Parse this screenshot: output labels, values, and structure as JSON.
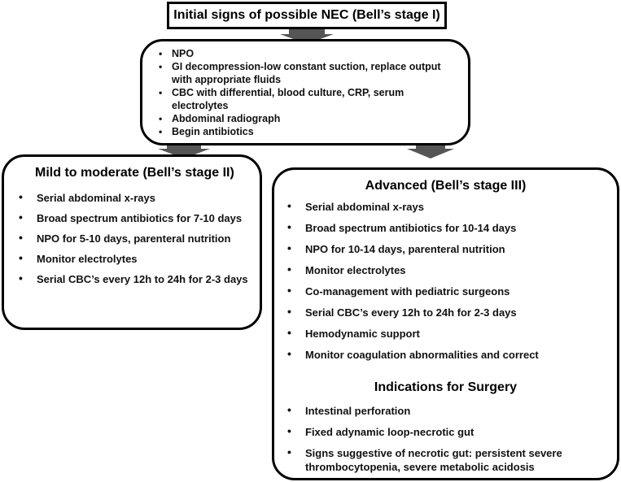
{
  "title": "Initial signs of possible NEC (Bell’s stage I)",
  "initial_steps": [
    "NPO",
    "GI decompression-low constant suction,  replace output with appropriate fluids",
    "CBC with differential, blood culture, CRP, serum electrolytes",
    "Abdominal radiograph",
    "Begin antibiotics"
  ],
  "mild": {
    "heading": "Mild to moderate (Bell’s stage II)",
    "items": [
      "Serial abdominal x-rays",
      "Broad spectrum antibiotics for 7-10 days",
      "NPO for 5-10 days, parenteral nutrition",
      "Monitor electrolytes",
      "Serial CBC’s every 12h to 24h for 2-3 days"
    ]
  },
  "advanced": {
    "heading": "Advanced (Bell’s stage III)",
    "items": [
      "Serial abdominal x-rays",
      "Broad spectrum antibiotics for 10-14 days",
      "NPO for 10-14 days, parenteral nutrition",
      "Monitor electrolytes",
      "Co-management with pediatric surgeons",
      "Serial CBC’s every 12h to 24h for 2-3 days",
      "Hemodynamic support",
      "Monitor coagulation abnormalities and correct"
    ],
    "surgery_heading": "Indications for Surgery",
    "surgery_items": [
      "Intestinal perforation",
      "Fixed adynamic loop-necrotic gut",
      "Signs suggestive of necrotic gut: persistent severe thrombocytopenia, severe metabolic acidosis"
    ]
  },
  "bullet": "•",
  "colors": {
    "border": "#000000",
    "arrow": "#555555",
    "background": "#ffffff"
  }
}
